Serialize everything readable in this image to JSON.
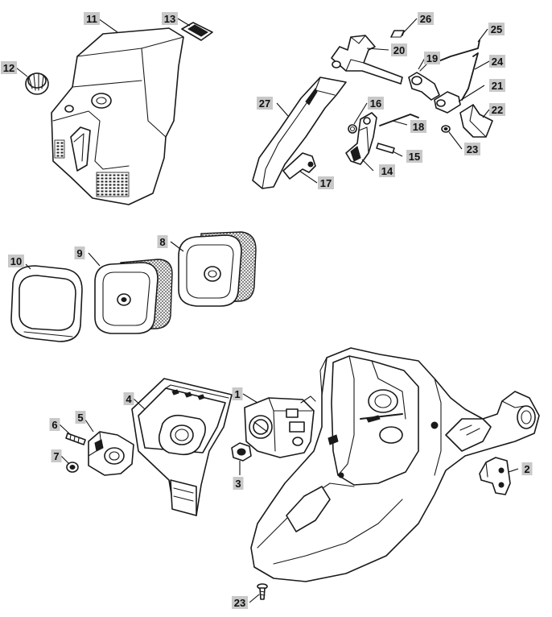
{
  "diagram": {
    "colors": {
      "label_background": "#c8c8c8",
      "line": "#1a1a1a",
      "background": "#ffffff"
    },
    "callouts": [
      {
        "id": "callout-11",
        "text": "11"
      },
      {
        "id": "callout-13",
        "text": "13"
      },
      {
        "id": "callout-12",
        "text": "12"
      },
      {
        "id": "callout-26",
        "text": "26"
      },
      {
        "id": "callout-25",
        "text": "25"
      },
      {
        "id": "callout-20",
        "text": "20"
      },
      {
        "id": "callout-19",
        "text": "19"
      },
      {
        "id": "callout-24",
        "text": "24"
      },
      {
        "id": "callout-27",
        "text": "27"
      },
      {
        "id": "callout-16",
        "text": "16"
      },
      {
        "id": "callout-21",
        "text": "21"
      },
      {
        "id": "callout-22",
        "text": "22"
      },
      {
        "id": "callout-18",
        "text": "18"
      },
      {
        "id": "callout-23a",
        "text": "23"
      },
      {
        "id": "callout-15",
        "text": "15"
      },
      {
        "id": "callout-14",
        "text": "14"
      },
      {
        "id": "callout-17",
        "text": "17"
      },
      {
        "id": "callout-10",
        "text": "10"
      },
      {
        "id": "callout-9",
        "text": "9"
      },
      {
        "id": "callout-8",
        "text": "8"
      },
      {
        "id": "callout-1",
        "text": "1"
      },
      {
        "id": "callout-4",
        "text": "4"
      },
      {
        "id": "callout-6",
        "text": "6"
      },
      {
        "id": "callout-5",
        "text": "5"
      },
      {
        "id": "callout-7",
        "text": "7"
      },
      {
        "id": "callout-3",
        "text": "3"
      },
      {
        "id": "callout-2",
        "text": "2"
      },
      {
        "id": "callout-23b",
        "text": "23"
      }
    ]
  }
}
